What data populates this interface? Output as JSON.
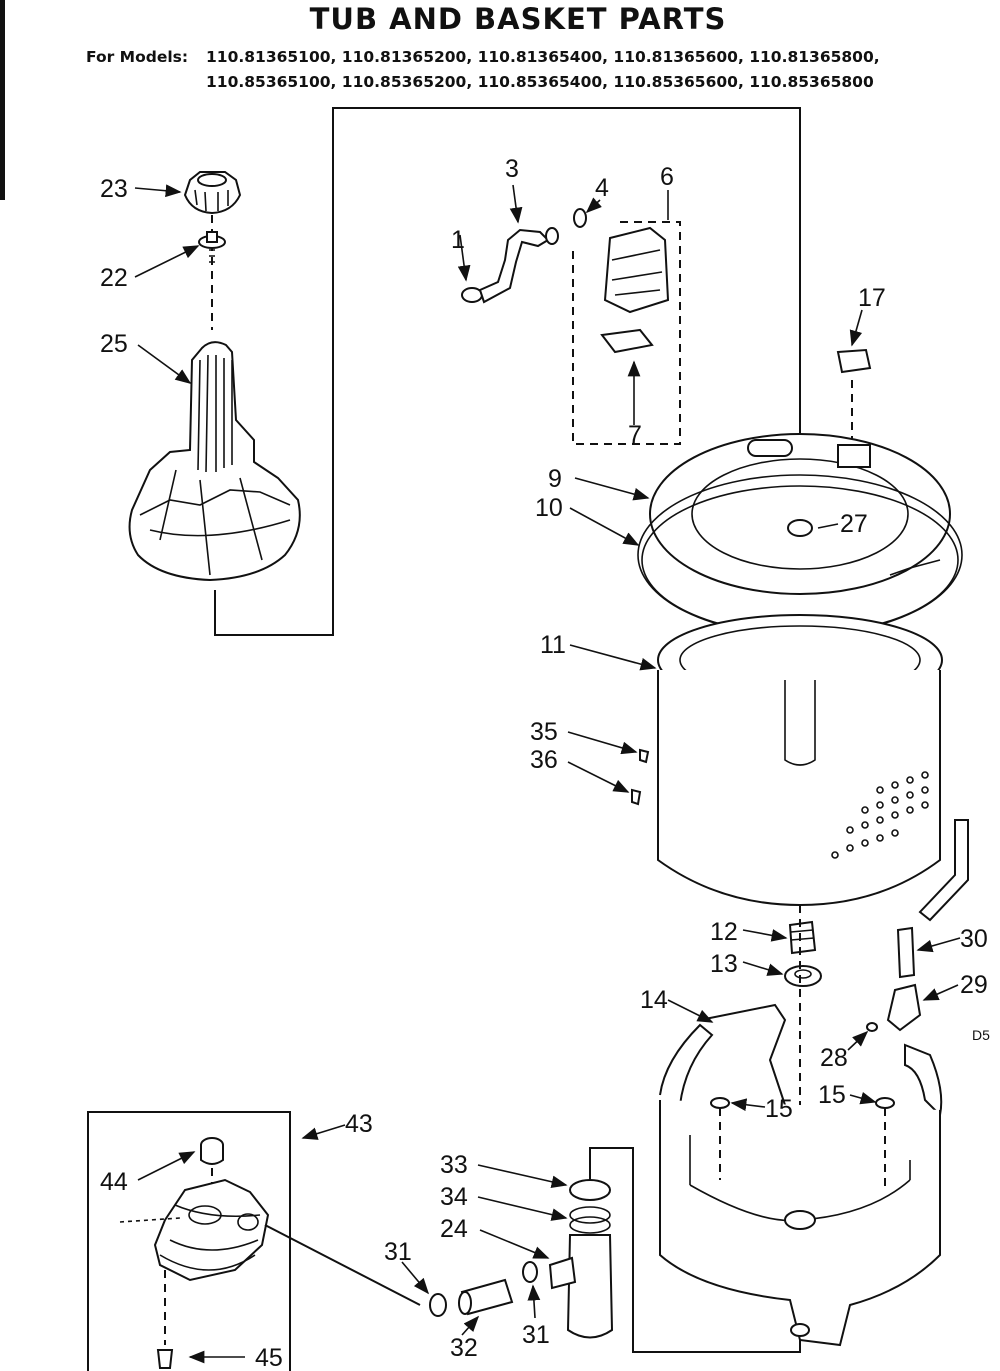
{
  "title": "TUB AND BASKET PARTS",
  "models_prefix": "For Models:",
  "models_row1": "110.81365100, 110.81365200, 110.81365400, 110.81365600, 110.81365800,",
  "models_row2": "110.85365100, 110.85365200, 110.85365400, 110.85365600, 110.85365800",
  "corner_mark": "D5",
  "callouts": {
    "c1": "1",
    "c3": "3",
    "c4": "4",
    "c6": "6",
    "c7": "7",
    "c9": "9",
    "c10": "10",
    "c11": "11",
    "c12": "12",
    "c13": "13",
    "c14": "14",
    "c15a": "15",
    "c15b": "15",
    "c17": "17",
    "c22": "22",
    "c23": "23",
    "c24": "24",
    "c25": "25",
    "c27": "27",
    "c28": "28",
    "c29": "29",
    "c30": "30",
    "c31a": "31",
    "c31b": "31",
    "c32": "32",
    "c33": "33",
    "c34": "34",
    "c35": "35",
    "c36": "36",
    "c43": "43",
    "c44": "44",
    "c45": "45"
  }
}
